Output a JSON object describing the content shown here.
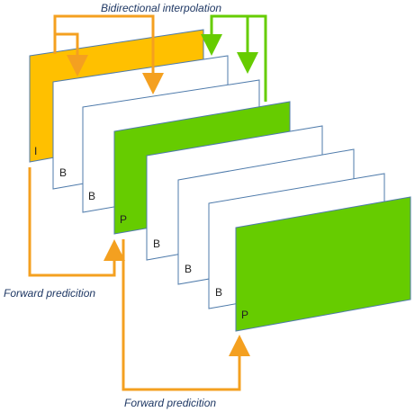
{
  "diagram": {
    "top_label": "Bidirectional interpolation",
    "left_label": "Forward predicition",
    "bottom_label": "Forward predicition",
    "frames": [
      {
        "type": "I",
        "fill": "#ffc000"
      },
      {
        "type": "B",
        "fill": "#ffffff"
      },
      {
        "type": "B",
        "fill": "#ffffff"
      },
      {
        "type": "P",
        "fill": "#66cc00"
      },
      {
        "type": "B",
        "fill": "#ffffff"
      },
      {
        "type": "B",
        "fill": "#ffffff"
      },
      {
        "type": "B",
        "fill": "#ffffff"
      },
      {
        "type": "P",
        "fill": "#66cc00"
      }
    ],
    "colors": {
      "frame_border": "#4f7bab",
      "orange_arrow": "#f4a020",
      "green_arrow": "#66cc00",
      "label_text": "#1f3864"
    }
  }
}
